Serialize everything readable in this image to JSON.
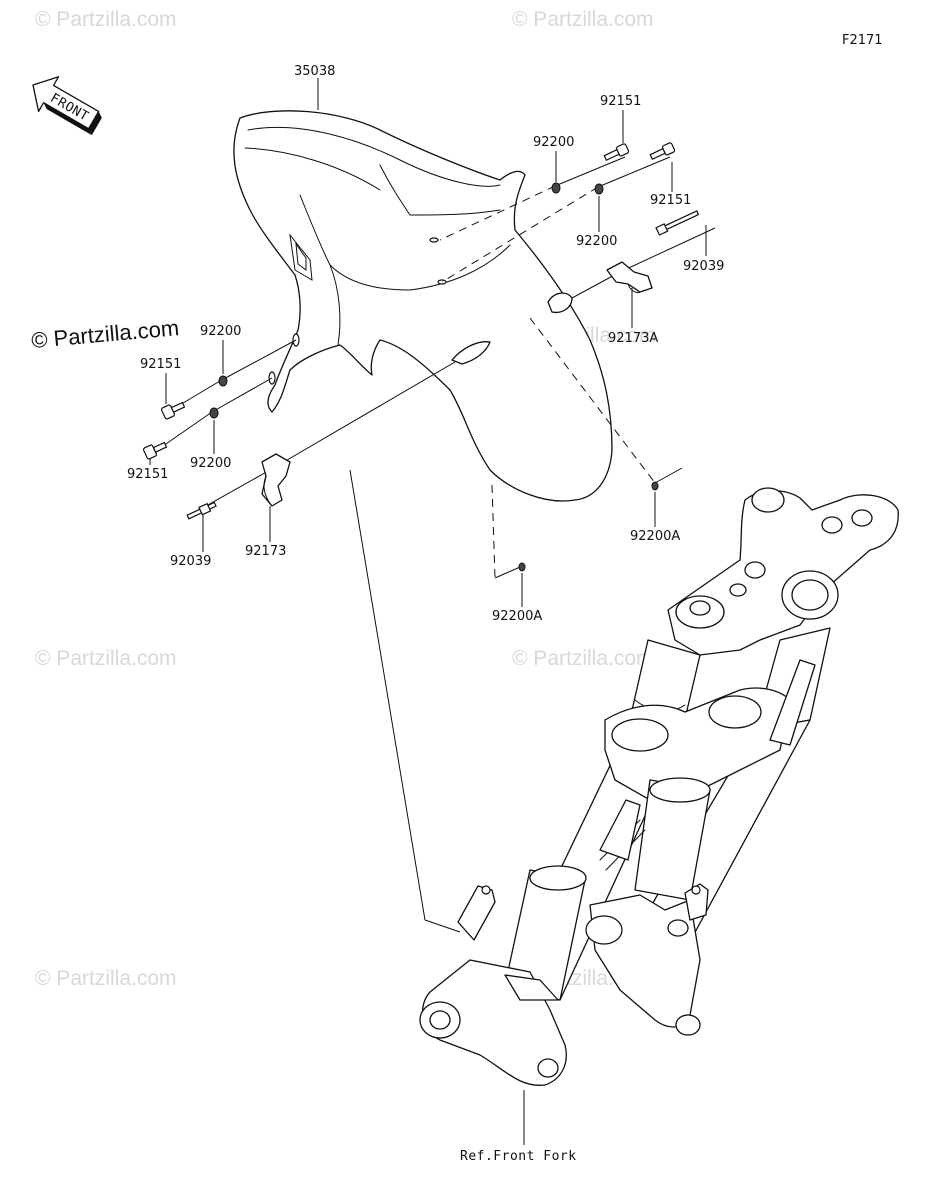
{
  "diagram_code": "F2171",
  "front_label": "FRONT",
  "reference": "Ref.Front Fork",
  "watermark": "© Partzilla.com",
  "watermark_faint": "© Partzilla.com",
  "parts": {
    "fender": "35038",
    "bolt_top_left": "92151",
    "bolt_top_right": "92151",
    "washer_top_left": "92200",
    "washer_top_right": "92200",
    "clamp_right": "92039",
    "bracket_right": "92173A",
    "washer_left_upper": "92200",
    "bolt_left_upper": "92151",
    "bolt_left_lower": "92151",
    "washer_left_lower": "92200",
    "clamp_left": "92039",
    "bracket_left": "92173",
    "washer_right_a": "92200A",
    "washer_center_a": "92200A"
  },
  "colors": {
    "line": "#111111",
    "watermark": "#d8d8d8"
  }
}
